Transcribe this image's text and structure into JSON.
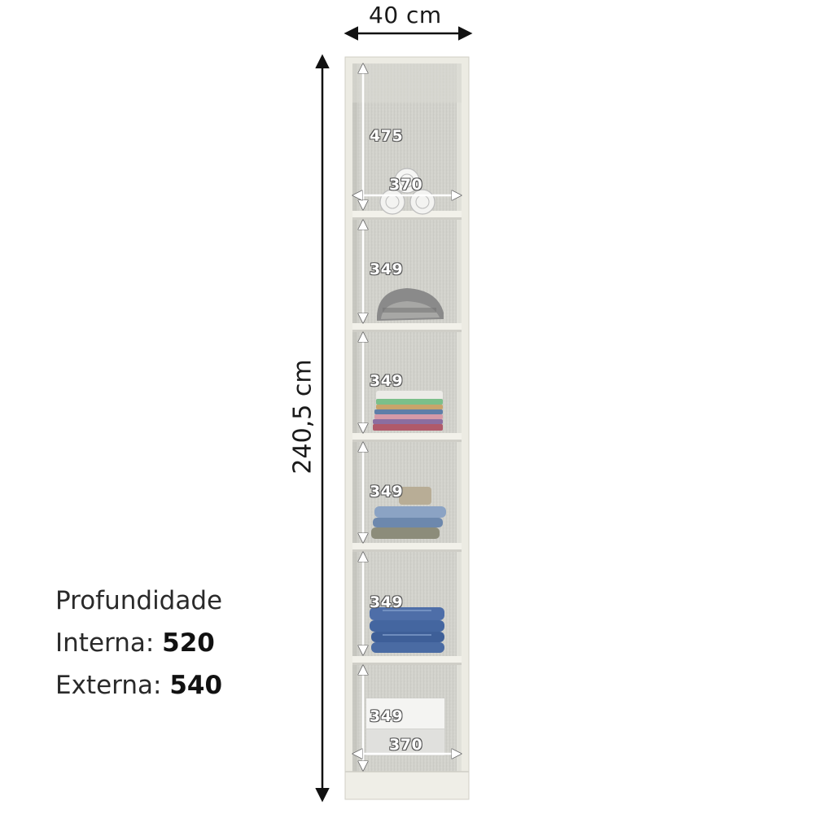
{
  "overall": {
    "width_label": "40 cm",
    "height_label": "240,5 cm"
  },
  "depth": {
    "title": "Profundidade",
    "internal_label": "Interna:",
    "internal_value": "520",
    "external_label": "Externa:",
    "external_value": "540"
  },
  "compartments": [
    {
      "height_label": "475",
      "width_label": "370",
      "contents": "rolled-towels"
    },
    {
      "height_label": "349",
      "contents": "folded-sweater"
    },
    {
      "height_label": "349",
      "contents": "folded-shirts-stack"
    },
    {
      "height_label": "349",
      "contents": "folded-jeans-stack"
    },
    {
      "height_label": "349",
      "contents": "folded-denim-stack"
    },
    {
      "height_label": "349",
      "width_label": "370",
      "contents": "storage-box"
    }
  ],
  "colors": {
    "cabinet_frame": "#ecebe3",
    "cabinet_back": "#d3d3cd",
    "shelf_edge": "#f2f1ea",
    "arrow": "#ffffff",
    "dimension_line": "#111111"
  }
}
